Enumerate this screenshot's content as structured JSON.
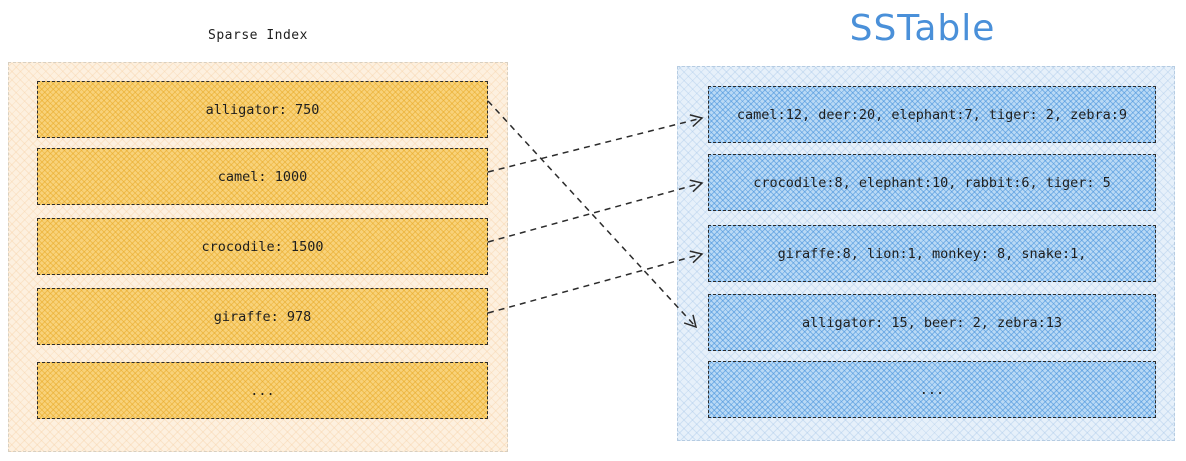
{
  "sparse_index": {
    "title": "Sparse Index",
    "entries": [
      {
        "label": "alligator: 750"
      },
      {
        "label": "camel: 1000"
      },
      {
        "label": "crocodile: 1500"
      },
      {
        "label": "giraffe: 978"
      },
      {
        "label": "..."
      }
    ]
  },
  "sstable": {
    "title": "SSTable",
    "blocks": [
      {
        "label": "camel:12, deer:20, elephant:7, tiger: 2, zebra:9"
      },
      {
        "label": "crocodile:8, elephant:10, rabbit:6, tiger: 5"
      },
      {
        "label": "giraffe:8, lion:1, monkey: 8, snake:1,"
      },
      {
        "label": "alligator: 15, beer: 2, zebra:13"
      },
      {
        "label": "..."
      }
    ]
  },
  "arrows": [
    {
      "from": "camel: 1000",
      "to": "camel:12, deer:20, elephant:7, tiger: 2, zebra:9"
    },
    {
      "from": "crocodile: 1500",
      "to": "crocodile:8, elephant:10, rabbit:6, tiger: 5"
    },
    {
      "from": "giraffe: 978",
      "to": "giraffe:8, lion:1, monkey: 8, snake:1,"
    },
    {
      "from": "alligator: 750",
      "to": "alligator: 15, beer: 2, zebra:13"
    }
  ],
  "colors": {
    "index_fill": "#f8d27a",
    "sstable_fill": "#b9d9f5",
    "sstable_title": "#4a90d9",
    "stroke": "#2b2b2b"
  }
}
